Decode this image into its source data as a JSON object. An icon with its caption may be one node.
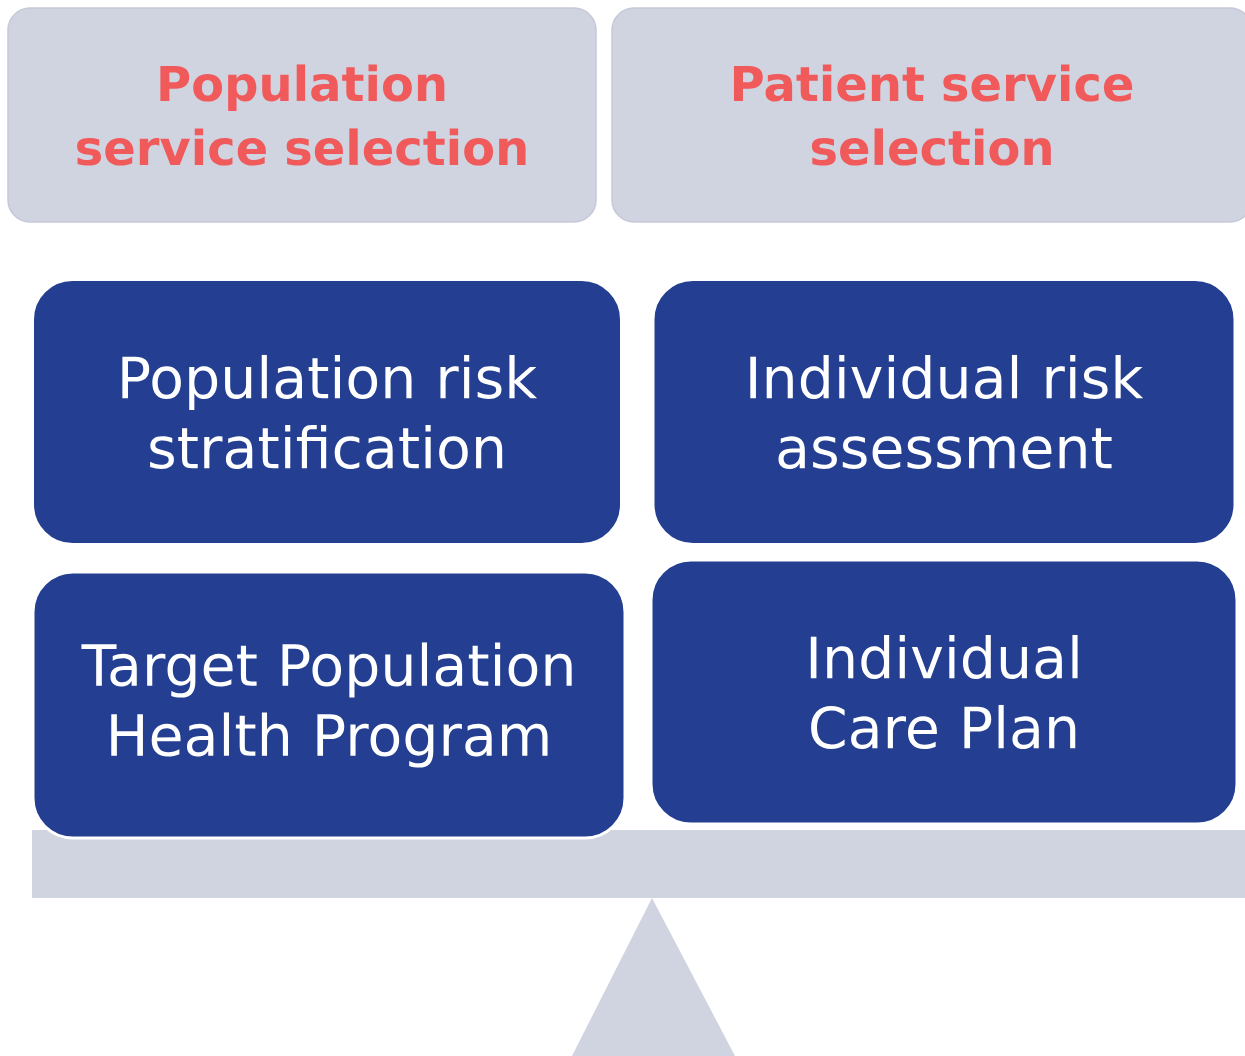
{
  "diagram": {
    "nodes": [
      {
        "text": [
          "Population service selection"
        ]
      },
      {
        "text": [
          "Patient service selection"
        ]
      },
      {
        "text": [
          "Population risk stratification"
        ]
      },
      {
        "text": [
          "Individual risk assessment"
        ]
      },
      {
        "text": [
          "Target Population Health Program"
        ]
      },
      {
        "text": [
          "Individual Care Plan"
        ]
      }
    ]
  }
}
